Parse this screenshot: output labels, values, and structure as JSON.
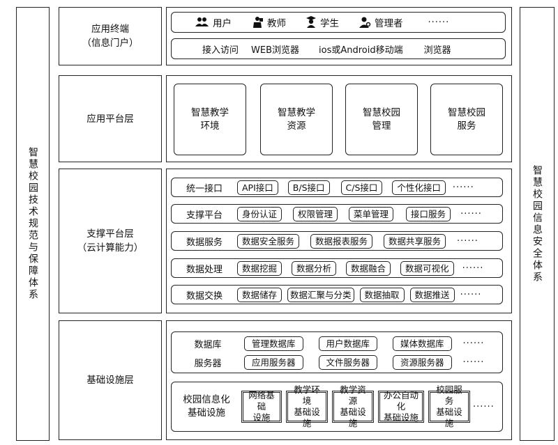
{
  "left_column": "智慧校园技术规范与保障体系",
  "right_column": "智慧校园信息安全体系",
  "layers": {
    "terminal": {
      "label_line1": "应用终端",
      "label_line2": "（信息门户）",
      "users": [
        "用户",
        "教师",
        "学生",
        "管理者"
      ],
      "users_more": "······",
      "access": [
        "接入访问",
        "WEB浏览器",
        "ios或Android移动端",
        "浏览器"
      ]
    },
    "platform": {
      "label": "应用平台层",
      "apps": [
        {
          "line1": "智慧教学",
          "line2": "环境"
        },
        {
          "line1": "智慧教学",
          "line2": "资源"
        },
        {
          "line1": "智慧校园",
          "line2": "管理"
        },
        {
          "line1": "智慧校园",
          "line2": "服务"
        }
      ]
    },
    "support": {
      "label_line1": "支撑平台层",
      "label_line2": "（云计算能力）",
      "rows": [
        {
          "name": "统一接口",
          "items": [
            "API接口",
            "B/S接口",
            "C/S接口",
            "个性化接口"
          ],
          "more": "······"
        },
        {
          "name": "支撑平台",
          "items": [
            "身份认证",
            "权限管理",
            "菜单管理",
            "接口服务"
          ],
          "more": "······"
        },
        {
          "name": "数据服务",
          "items": [
            "数据安全服务",
            "数据报表服务",
            "数据共享服务"
          ],
          "more": "······"
        },
        {
          "name": "数据处理",
          "items": [
            "数据挖掘",
            "数据分析",
            "数据融合",
            "数据可视化"
          ],
          "more": "······"
        },
        {
          "name": "数据交换",
          "items": [
            "数据储存",
            "数据汇聚与分类",
            "数据抽取",
            "数据推送"
          ],
          "more": "······"
        }
      ]
    },
    "infra": {
      "label": "基础设施层",
      "db_row": {
        "name": "数据库",
        "items": [
          "管理数据库",
          "用户数据库",
          "媒体数据库"
        ],
        "more": "······"
      },
      "server_row": {
        "name": "服务器",
        "items": [
          "应用服务器",
          "文件服务器",
          "资源服务器"
        ],
        "more": "······"
      },
      "campus": {
        "name_line1": "校园信息化",
        "name_line2": "基础设施",
        "items": [
          {
            "line1": "网络基础",
            "line2": "设施"
          },
          {
            "line1": "教学环境",
            "line2": "基础设施"
          },
          {
            "line1": "教学资源",
            "line2": "基础设施"
          },
          {
            "line1": "办公自动化",
            "line2": "基础设施"
          },
          {
            "line1": "校园服务",
            "line2": "基础设施"
          }
        ],
        "more": "······"
      }
    }
  }
}
